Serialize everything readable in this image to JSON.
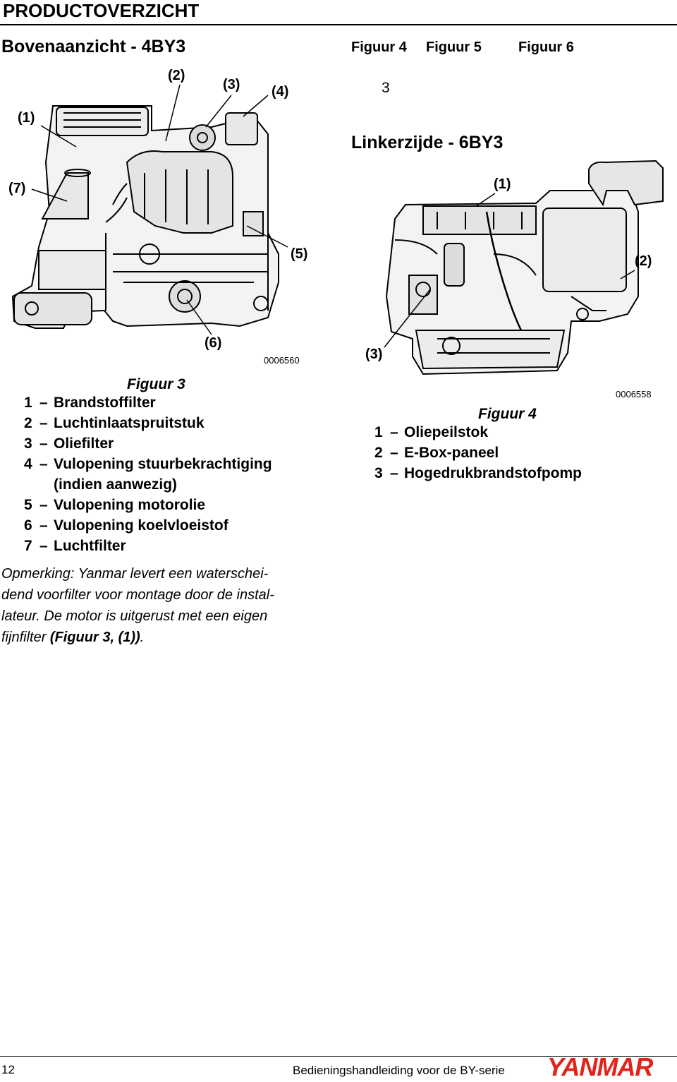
{
  "header": {
    "title": "PRODUCTOVERZICHT"
  },
  "top_view": {
    "title": "Bovenaanzicht - 4BY3",
    "callouts": {
      "c1": "(1)",
      "c2": "(2)",
      "c3": "(3)",
      "c4": "(4)",
      "c5": "(5)",
      "c6": "(6)",
      "c7": "(7)"
    },
    "code": "0006560"
  },
  "figure_links": {
    "f4": "Figuur 4",
    "f5": "Figuur 5",
    "f6": "Figuur 6",
    "stray": "3"
  },
  "left_view": {
    "title": "Linkerzijde - 6BY3",
    "callouts": {
      "c1": "(1)",
      "c2": "(2)",
      "c3": "(3)"
    },
    "code": "0006558"
  },
  "figure3_legend": {
    "caption": "Figuur 3",
    "items": [
      {
        "num": "1",
        "dash": "–",
        "text": "Brandstoffilter"
      },
      {
        "num": "2",
        "dash": "–",
        "text": "Luchtinlaatspruitstuk"
      },
      {
        "num": "3",
        "dash": "–",
        "text": "Oliefilter"
      },
      {
        "num": "4",
        "dash": "–",
        "text": "Vulopening stuurbekrachtiging"
      },
      {
        "num": "",
        "dash": "",
        "text": "(indien aanwezig)"
      },
      {
        "num": "5",
        "dash": "–",
        "text": "Vulopening motorolie"
      },
      {
        "num": "6",
        "dash": "–",
        "text": "Vulopening koelvloeistof"
      },
      {
        "num": "7",
        "dash": "–",
        "text": "Luchtfilter"
      }
    ]
  },
  "figure4_legend": {
    "caption": "Figuur 4",
    "items": [
      {
        "num": "1",
        "dash": "–",
        "text": "Oliepeilstok"
      },
      {
        "num": "2",
        "dash": "–",
        "text": "E-Box-paneel"
      },
      {
        "num": "3",
        "dash": "–",
        "text": "Hogedrukbrandstofpomp"
      }
    ]
  },
  "note": {
    "lines": [
      "Opmerking: Yanmar levert een waterschei-",
      "dend voorfilter voor montage door de instal-",
      "lateur. De motor is uitgerust met een eigen"
    ],
    "last_prefix": "fijnfilter ",
    "last_ref": "(Figuur 3, (1))",
    "last_suffix": "."
  },
  "footer": {
    "page": "12",
    "doc_title": "Bedieningshandleiding voor de BY-serie",
    "brand": "YANMAR"
  }
}
